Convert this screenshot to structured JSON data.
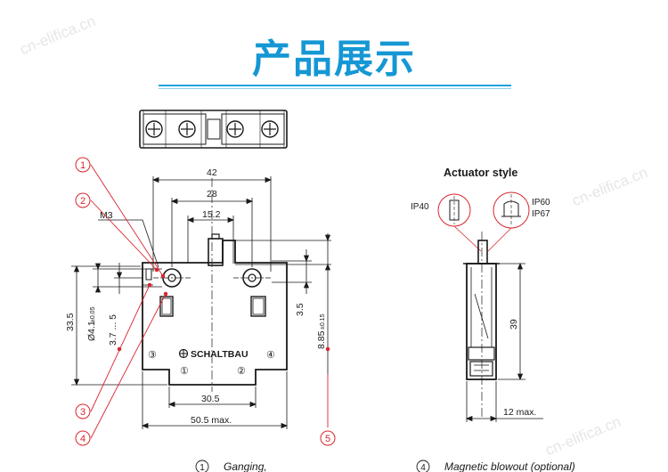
{
  "heading": "产品展示",
  "watermarks": [
    "cn-elifica.cn",
    "cn-elifica.cn",
    "cn-elifica.cn"
  ],
  "front_view": {
    "dims": {
      "w42": "42",
      "w28": "28",
      "w15_2": "15.2",
      "m3": "M3",
      "h33_5": "33.5",
      "d4_1": "Ø4.1",
      "d4_1_tol": "±0.05",
      "h3_7_5": "3.7 ... 5",
      "h3_5": "3.5",
      "h8_85": "8.85",
      "h8_85_tol": "±0.15",
      "w30_5": "30.5",
      "w50_5": "50.5 max."
    },
    "brand": "SCHALTBAU",
    "terminals": [
      "①",
      "②",
      "③",
      "④"
    ],
    "callouts": [
      "1",
      "2",
      "3",
      "4",
      "5"
    ]
  },
  "side_view": {
    "title": "Actuator style",
    "ip40": "IP40",
    "ip60": "IP60",
    "ip67": "IP67",
    "h39": "39",
    "w12": "12 max."
  },
  "legend": [
    {
      "num": "1",
      "text": "Ganging,"
    },
    {
      "num": "4",
      "text": "Magnetic blowout (optional)"
    }
  ],
  "colors": {
    "heading": "#1597d4",
    "callout": "#d8262e",
    "line": "#1a1a1a"
  }
}
